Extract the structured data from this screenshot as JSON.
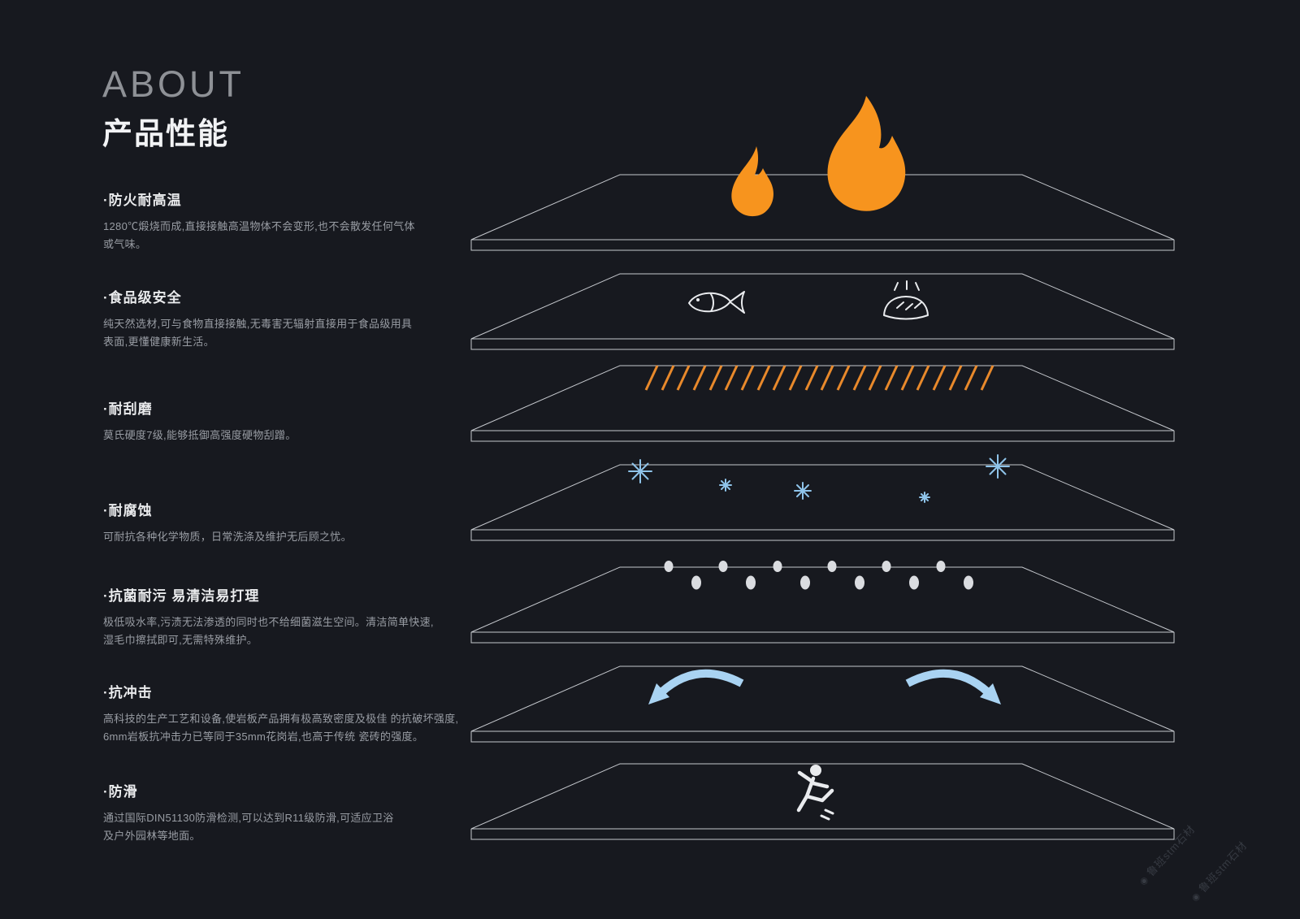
{
  "header": {
    "title_en": "ABOUT",
    "title_zh": "产品性能"
  },
  "features": [
    {
      "title": "·防火耐高温",
      "desc": "1280℃煅烧而成,直接接触高温物体不会变形,也不会散发任何气体\n或气味。"
    },
    {
      "title": "·食品级安全",
      "desc": "纯天然选材,可与食物直接接触,无毒害无辐射直接用于食品级用具\n表面,更懂健康新生活。"
    },
    {
      "title": "·耐刮磨",
      "desc": "莫氏硬度7级,能够抵御高强度硬物刮蹭。"
    },
    {
      "title": "·耐腐蚀",
      "desc": "可耐抗各种化学物质，日常洗涤及维护无后顾之忧。"
    },
    {
      "title": "·抗菌耐污 易清洁易打理",
      "desc": "极低吸水率,污渍无法渗透的同时也不给细菌滋生空间。清洁简单快速,\n湿毛巾擦拭即可,无需特殊维护。"
    },
    {
      "title": "·抗冲击",
      "desc": "高科技的生产工艺和设备,使岩板产品拥有极高致密度及极佳 的抗破坏强度,\n6mm岩板抗冲击力已等同于35mm花岗岩,也高于传统 瓷砖的强度。"
    },
    {
      "title": "·防滑",
      "desc": "通过国际DIN51130防滑检测,可以达到R11级防滑,可适应卫浴\n及户外园林等地面。"
    }
  ],
  "diagram": {
    "layer_count": 7,
    "layers": [
      {
        "icon": "flame-icon",
        "label": "防火耐高温"
      },
      {
        "icon": "fish-bread-icon",
        "label": "食品级安全"
      },
      {
        "icon": "scratch-marks-icon",
        "label": "耐刮磨"
      },
      {
        "icon": "snowflake-icon",
        "label": "耐腐蚀"
      },
      {
        "icon": "droplet-icon",
        "label": "抗菌耐污"
      },
      {
        "icon": "impact-arrow-icon",
        "label": "抗冲击"
      },
      {
        "icon": "slip-person-icon",
        "label": "防滑"
      }
    ]
  },
  "watermark": {
    "text": "鲁班stm石材"
  },
  "colors": {
    "background": "#17191F",
    "flame": "#F7941E",
    "scratch": "#E8892B",
    "snowflake": "#8FC4EA",
    "droplet": "#DADCE0",
    "arrow": "#A9D3F2",
    "slab_outline": "#C6C9CE",
    "icon_line": "#E9EBEE"
  }
}
